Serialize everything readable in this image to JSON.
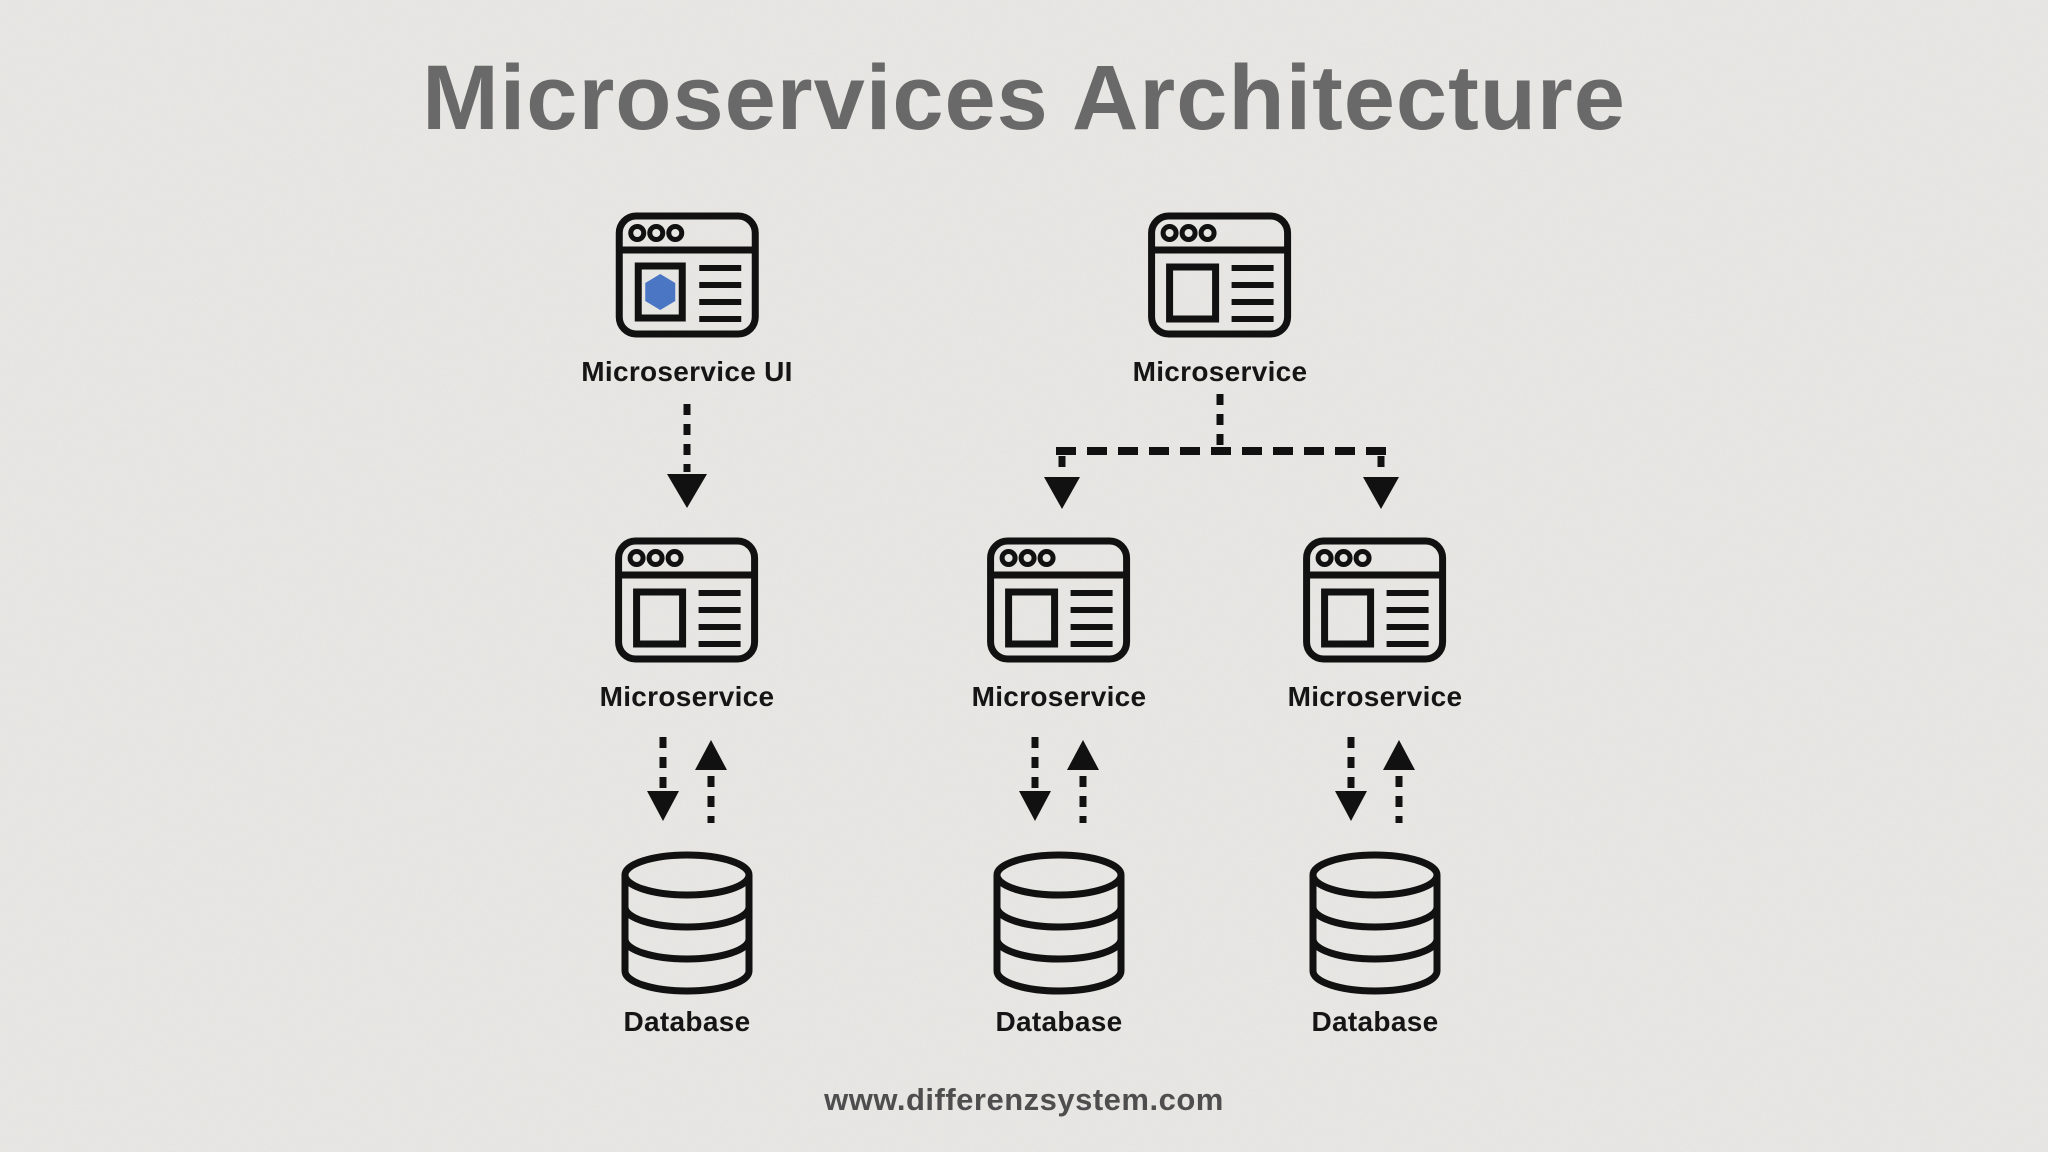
{
  "title": "Microservices Architecture",
  "footer_url": "www.differenzsystem.com",
  "nodes": {
    "ui": {
      "label": "Microservice UI",
      "icon": "browser-window-hexagon-icon"
    },
    "hub": {
      "label": "Microservice",
      "icon": "browser-window-icon"
    },
    "service_left": {
      "label": "Microservice",
      "icon": "browser-window-icon"
    },
    "service_middle": {
      "label": "Microservice",
      "icon": "browser-window-icon"
    },
    "service_right": {
      "label": "Microservice",
      "icon": "browser-window-icon"
    },
    "db_left": {
      "label": "Database",
      "icon": "database-cylinder-icon"
    },
    "db_middle": {
      "label": "Database",
      "icon": "database-cylinder-icon"
    },
    "db_right": {
      "label": "Database",
      "icon": "database-cylinder-icon"
    }
  },
  "connections": [
    "ui -> service_left (dashed down arrow)",
    "hub -> service_middle (dashed elbow arrow)",
    "hub -> service_right (dashed elbow arrow)",
    "service_left <-> db_left (dashed up/down arrows)",
    "service_middle <-> db_middle (dashed up/down arrows)",
    "service_right <-> db_right (dashed up/down arrows)"
  ],
  "colors": {
    "background": "#e9e8e5",
    "ink": "#111111",
    "title_gray": "#696969",
    "footer_gray": "#4e4e4e",
    "hexagon_blue": "#4a76c4"
  }
}
